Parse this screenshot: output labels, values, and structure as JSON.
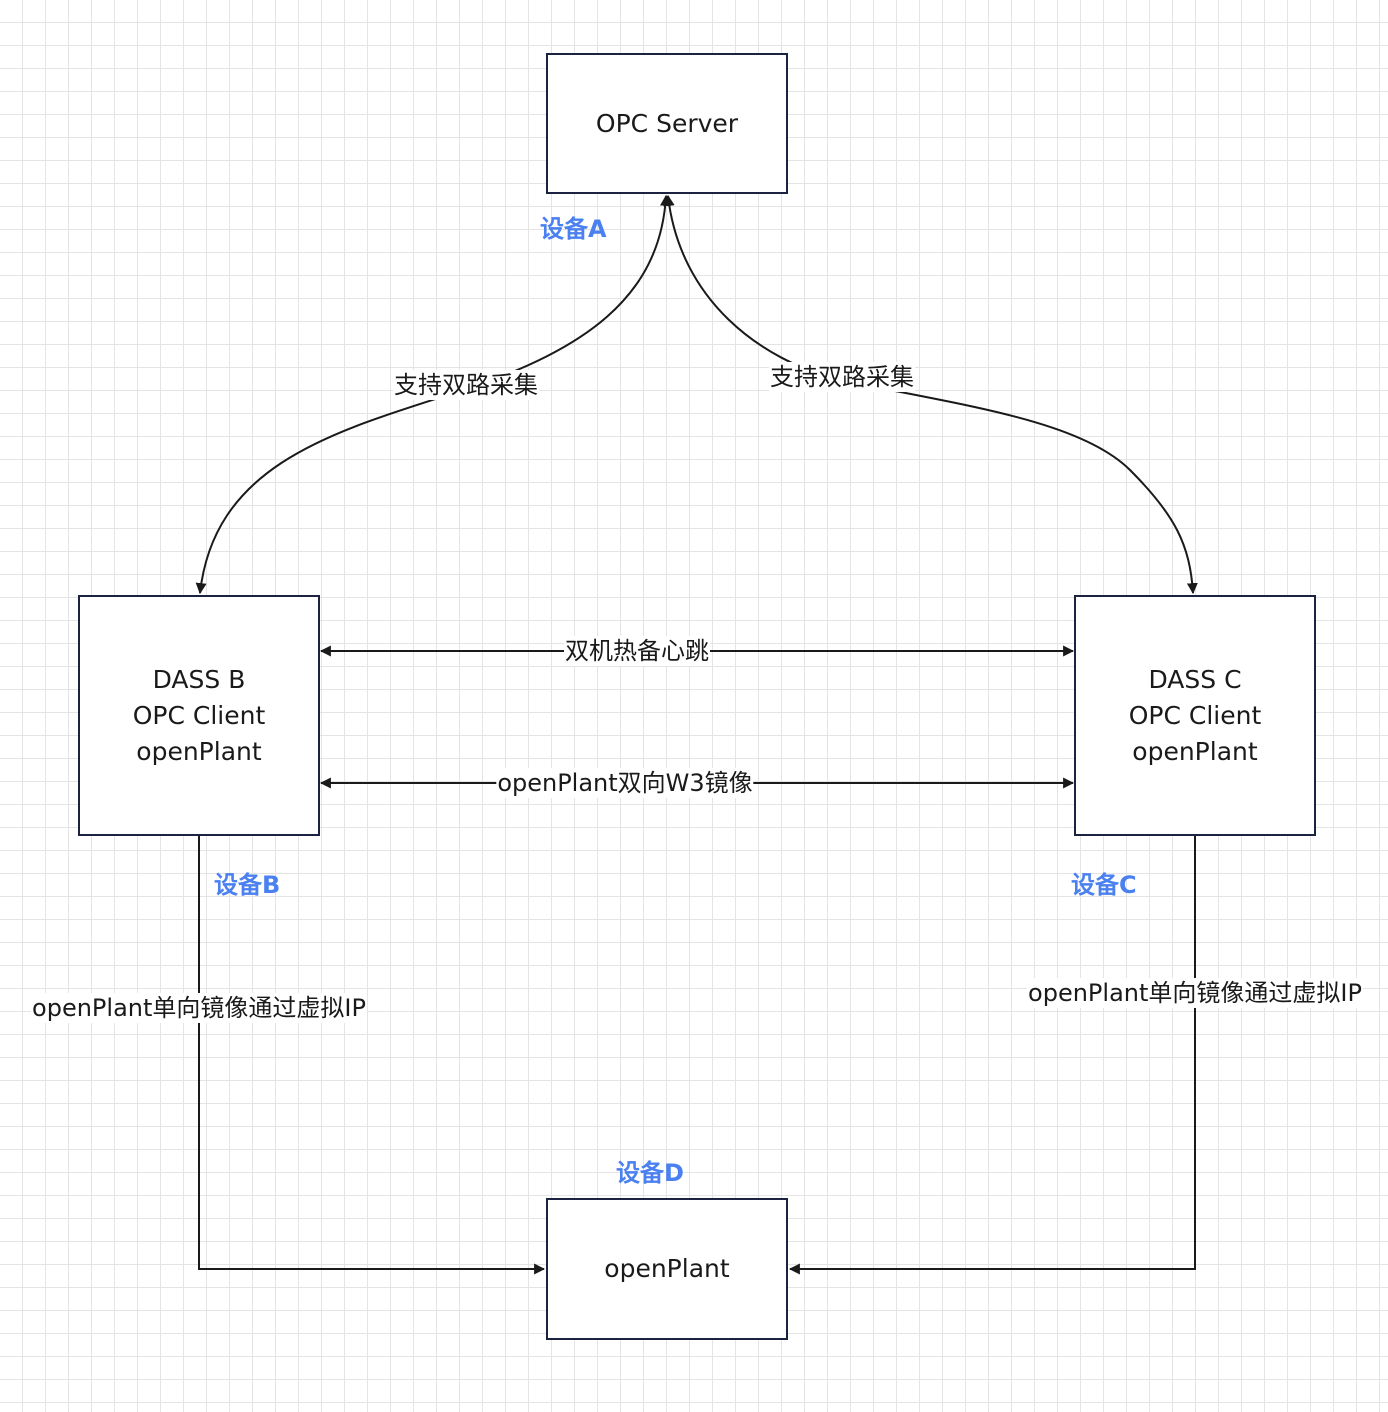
{
  "nodes": {
    "opc_server": {
      "line1": "OPC Server"
    },
    "dass_b": {
      "line1": "DASS B",
      "line2": "OPC Client",
      "line3": "openPlant"
    },
    "dass_c": {
      "line1": "DASS C",
      "line2": "OPC Client",
      "line3": "openPlant"
    },
    "openplant": {
      "line1": "openPlant"
    }
  },
  "device_tags": {
    "a": "设备A",
    "b": "设备B",
    "c": "设备C",
    "d": "设备D"
  },
  "edges": {
    "server_to_b": "支持双路采集",
    "server_to_c": "支持双路采集",
    "heartbeat": "双机热备心跳",
    "w3_mirror": "openPlant双向W3镜像",
    "b_to_d": "openPlant单向镜像通过虚拟IP",
    "c_to_d": "openPlant单向镜像通过虚拟IP"
  },
  "colors": {
    "node_border": "#1c2340",
    "line": "#1a1a1a",
    "device_tag": "#4a80f0",
    "grid": "#e4e4e4"
  }
}
